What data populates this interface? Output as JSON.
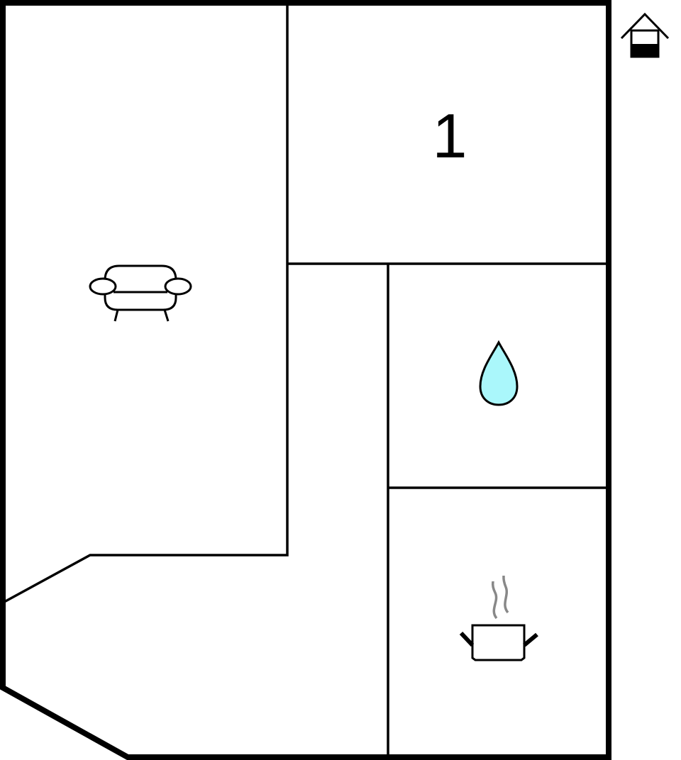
{
  "floorplan": {
    "rooms": [
      {
        "id": "living-room",
        "icon": "sofa-icon",
        "label": ""
      },
      {
        "id": "bedroom",
        "icon": "",
        "label": "1"
      },
      {
        "id": "hallway",
        "icon": "",
        "label": ""
      },
      {
        "id": "bathroom",
        "icon": "water-drop-icon",
        "label": ""
      },
      {
        "id": "kitchen",
        "icon": "cooking-pot-icon",
        "label": ""
      }
    ],
    "legend_icon": "house-floor-icon",
    "colors": {
      "wall": "#000000",
      "water": "#aaf7fb",
      "steam": "#888888",
      "background": "#ffffff"
    }
  }
}
